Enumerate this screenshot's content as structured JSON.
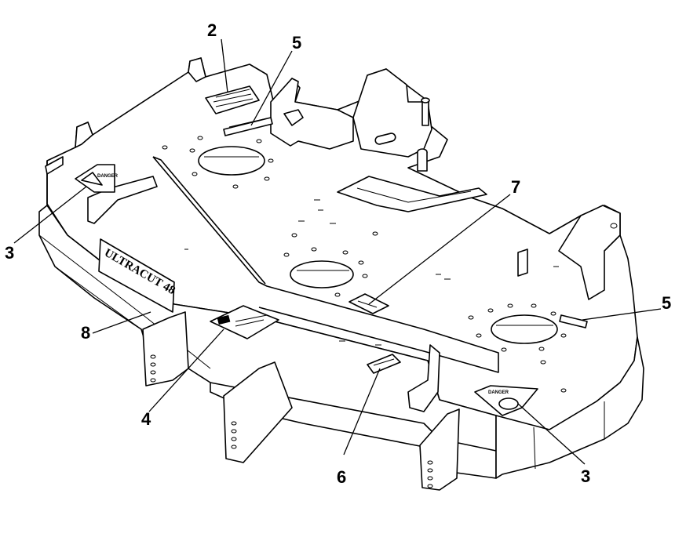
{
  "callouts": [
    {
      "id": "c2",
      "label": "2"
    },
    {
      "id": "c5a",
      "label": "5"
    },
    {
      "id": "c3a",
      "label": "3"
    },
    {
      "id": "c7",
      "label": "7"
    },
    {
      "id": "c5b",
      "label": "5"
    },
    {
      "id": "c8",
      "label": "8"
    },
    {
      "id": "c4",
      "label": "4"
    },
    {
      "id": "c6",
      "label": "6"
    },
    {
      "id": "c3b",
      "label": "3"
    }
  ],
  "decals": {
    "ultracut_logo": "ULTRACUT 48",
    "danger_sign": "DANGER"
  }
}
